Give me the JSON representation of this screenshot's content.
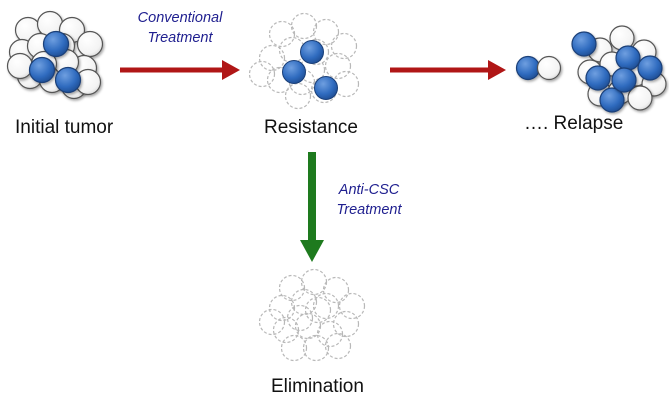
{
  "labels": {
    "initial": "Initial tumor",
    "resistance": "Resistance",
    "relapse": "…. Relapse",
    "elimination": "Elimination"
  },
  "treatments": {
    "conventional_line1": "Conventional",
    "conventional_line2": "Treatment",
    "anti_csc_line1": "Anti-CSC",
    "anti_csc_line2": "Treatment"
  },
  "colors": {
    "csc_fill": "#2f6bbf",
    "normal_cell_fill": "#ffffff",
    "dead_cell_stroke": "#b8b8b8",
    "conventional_arrow": "#b01616",
    "anti_csc_arrow": "#1e7a1e",
    "treatment_text": "#1f1f8f"
  },
  "cell_types": [
    "tumor-cell",
    "cancer-stem-cell",
    "dead-cell"
  ]
}
